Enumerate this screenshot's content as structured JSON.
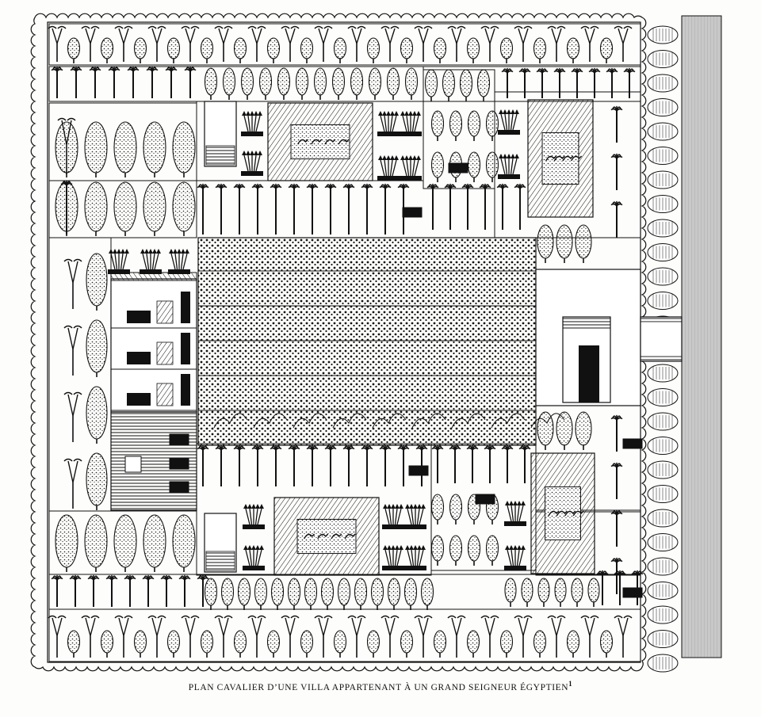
{
  "caption": {
    "text": "PLAN CAVALIER D’UNE VILLA APPARTENANT À UN GRAND SEIGNEUR ÉGYPTIEN",
    "footnote_mark": "1"
  },
  "colors": {
    "ink": "#111111",
    "paper": "#fdfdfb",
    "wall_fill": "#bdbdbd"
  },
  "figure": {
    "subject": "Bird's-eye plan of an Egyptian walled villa with gardens, vineyard, pavilions and fish pools",
    "elements": [
      "outer-wall",
      "avenue-of-trees",
      "vineyard-pergola",
      "pavilions",
      "fish-pools",
      "palm-rows",
      "gateway",
      "canal"
    ]
  }
}
